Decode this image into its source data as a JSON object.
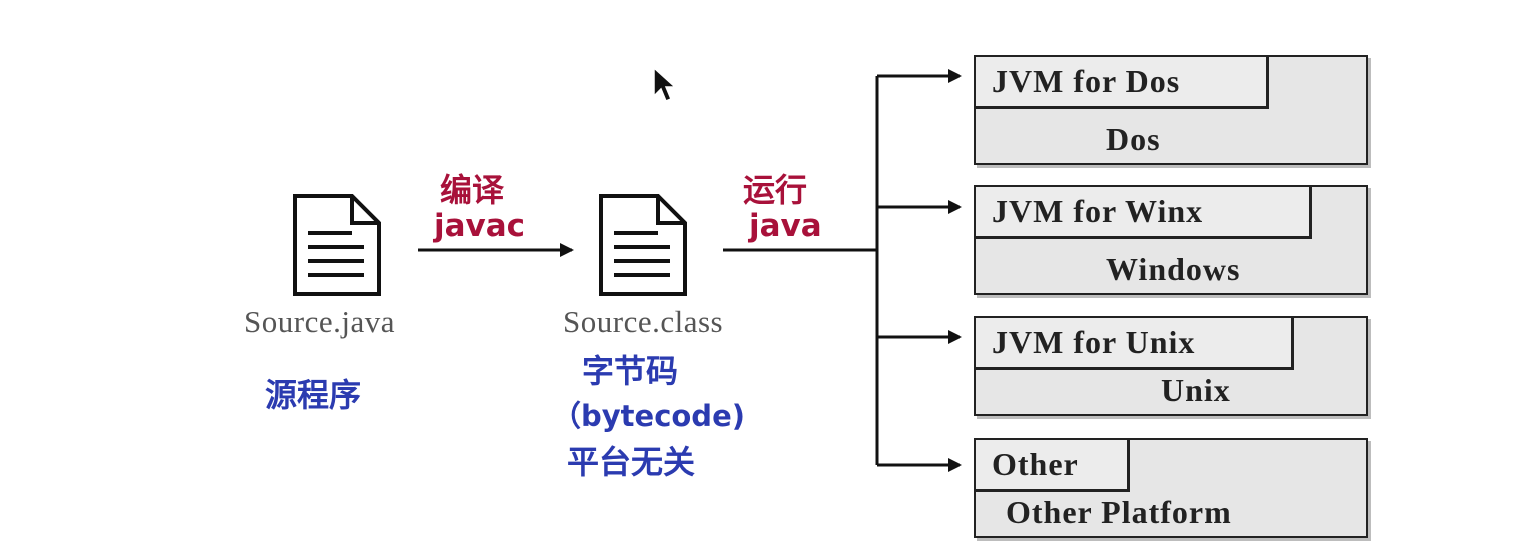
{
  "source": {
    "file_label": "Source.java",
    "cn_label": "源程序"
  },
  "compile": {
    "cn_label": "编译",
    "cmd_label": "javac"
  },
  "bytecode": {
    "file_label": "Source.class",
    "cn_label": "字节码",
    "en_label": "（bytecode)",
    "note_label": "平台无关"
  },
  "run": {
    "cn_label": "运行",
    "cmd_label": "java"
  },
  "platforms": [
    {
      "jvm_label": "JVM for Dos",
      "os_label": "Dos"
    },
    {
      "jvm_label": "JVM for Winx",
      "os_label": "Windows"
    },
    {
      "jvm_label": "JVM for Unix",
      "os_label": "Unix"
    },
    {
      "jvm_label": "Other",
      "os_label": "Other Platform"
    }
  ],
  "colors": {
    "red_text": "#a8113a",
    "blue_text": "#2b3bb0",
    "box_fill": "#e6e6e6",
    "line": "#111111"
  },
  "icons": [
    "document-icon",
    "mouse-cursor-icon",
    "arrow-icon"
  ]
}
